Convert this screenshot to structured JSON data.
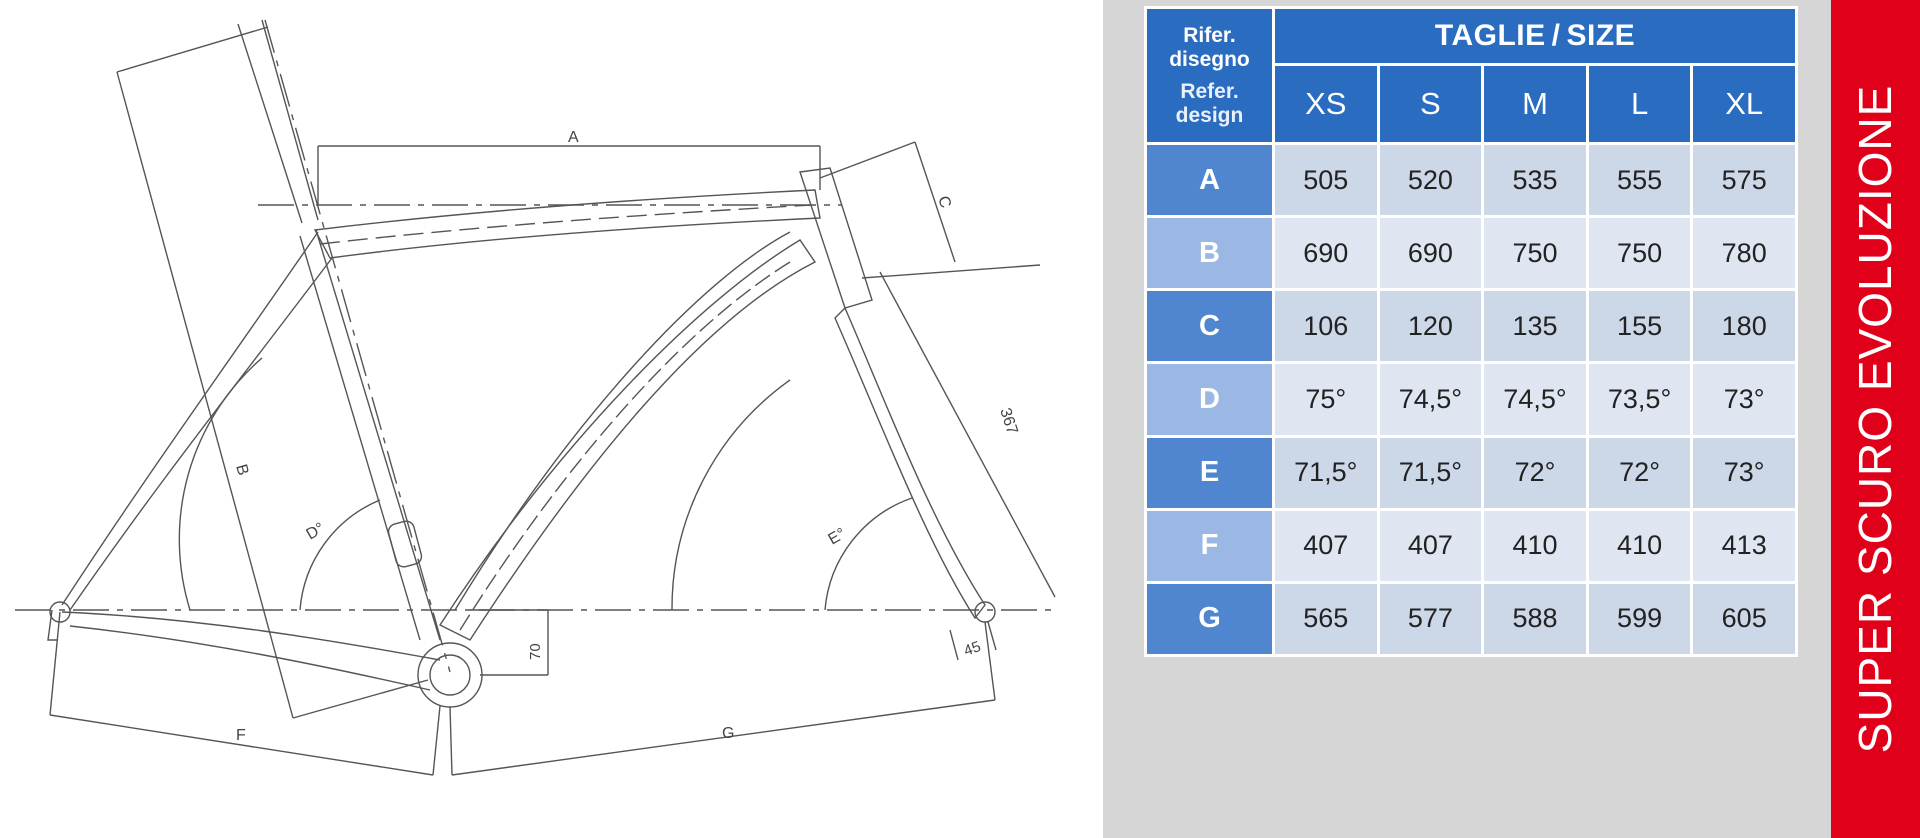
{
  "diagram": {
    "labels": {
      "A": "A",
      "B": "B",
      "C": "C",
      "D": "D°",
      "E": "E°",
      "F": "F",
      "G": "G",
      "fork_length": "367",
      "bb_drop": "70",
      "fork_offset": "45"
    }
  },
  "table": {
    "header": {
      "ref_it": "Rifer. disegno",
      "ref_en": "Refer. design",
      "sizes_it": "TAGLIE",
      "slash": "/",
      "sizes_en": "SIZE"
    },
    "sizes": [
      "XS",
      "S",
      "M",
      "L",
      "XL"
    ],
    "rows": [
      {
        "ref": "A",
        "values": [
          "505",
          "520",
          "535",
          "555",
          "575"
        ]
      },
      {
        "ref": "B",
        "values": [
          "690",
          "690",
          "750",
          "750",
          "780"
        ]
      },
      {
        "ref": "C",
        "values": [
          "106",
          "120",
          "135",
          "155",
          "180"
        ]
      },
      {
        "ref": "D",
        "values": [
          "75°",
          "74,5°",
          "74,5°",
          "73,5°",
          "73°"
        ]
      },
      {
        "ref": "E",
        "values": [
          "71,5°",
          "71,5°",
          "72°",
          "72°",
          "73°"
        ]
      },
      {
        "ref": "F",
        "values": [
          "407",
          "407",
          "410",
          "410",
          "413"
        ]
      },
      {
        "ref": "G",
        "values": [
          "565",
          "577",
          "588",
          "599",
          "605"
        ]
      }
    ]
  },
  "brand": {
    "model_name": "SUPER SCURO EVOLUZIONE",
    "band_color": "#e0001a",
    "accent_color": "#2a6cc0"
  }
}
